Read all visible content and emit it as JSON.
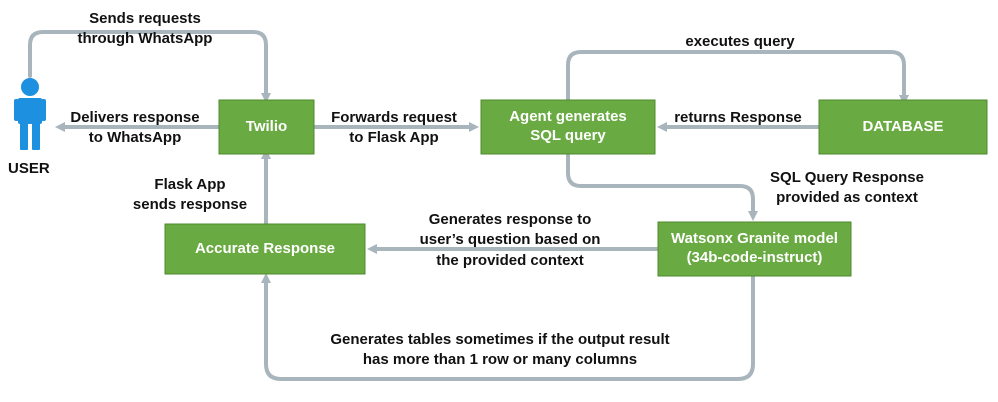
{
  "colors": {
    "node_fill": "#6aaa42",
    "node_border": "#4e8a2c",
    "arrow": "#a9b5bd",
    "user_icon": "#1e90e0"
  },
  "nodes": {
    "twilio": "Twilio",
    "agent": "Agent generates\nSQL query",
    "database": "DATABASE",
    "watsonx": "Watsonx Granite model\n(34b-code-instruct)",
    "accurate": "Accurate Response"
  },
  "user": {
    "icon": "person-icon",
    "label": "USER"
  },
  "edges": {
    "sends_requests": "Sends requests\nthrough WhatsApp",
    "delivers_response": "Delivers response\nto WhatsApp",
    "forwards_request": "Forwards request\nto Flask App",
    "executes_query": "executes query",
    "returns_response": "returns Response",
    "sql_query_response": "SQL Query Response\nprovided as context",
    "generates_response": "Generates response to\nuser’s question based on\nthe provided context",
    "flask_sends": "Flask App\nsends response",
    "generates_tables": "Generates tables sometimes if the output result\nhas more than 1 row or many columns"
  }
}
